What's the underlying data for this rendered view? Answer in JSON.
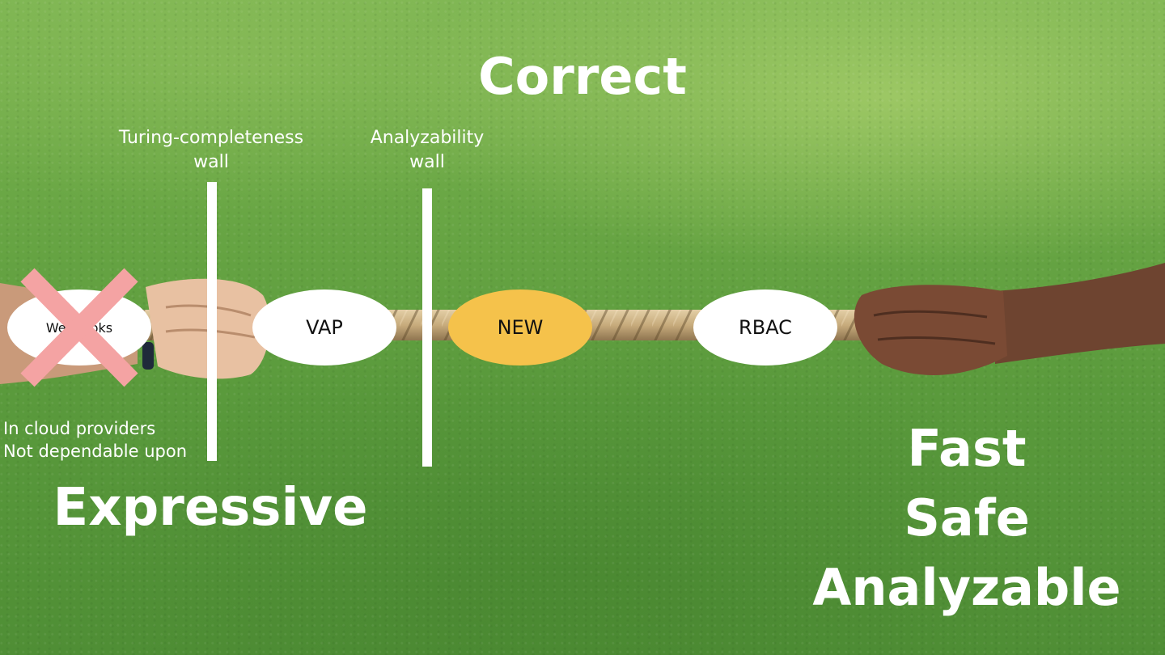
{
  "slide": {
    "top_title": "Correct",
    "left_title": "Expressive",
    "right_titles": [
      "Fast",
      "Safe",
      "Analyzable"
    ],
    "walls": [
      {
        "label_line1": "Turing-completeness",
        "label_line2": "wall"
      },
      {
        "label_line1": "Analyzability",
        "label_line2": "wall"
      }
    ],
    "nodes": {
      "webhooks": "Webhooks",
      "vap": "VAP",
      "new": "NEW",
      "rbac": "RBAC"
    },
    "note_lines": [
      "In cloud providers",
      "Not dependable upon"
    ],
    "colors": {
      "new_node": "#f5c24b",
      "cross": "#f4a3a3",
      "text": "#ffffff"
    },
    "icons": {
      "strike": "x-mark-icon"
    }
  }
}
